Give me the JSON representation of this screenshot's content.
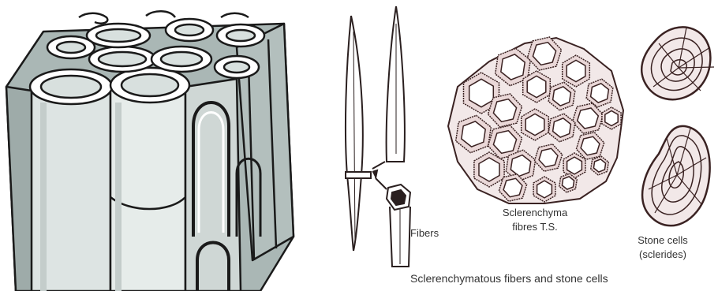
{
  "labels": {
    "fibers": "Fibers",
    "sclerenchyma_line1": "Sclerenchyma",
    "sclerenchyma_line2": "fibres T.S.",
    "stone_line1": "Stone cells",
    "stone_line2": "(sclerides)",
    "caption": "Sclerenchymatous fibers and stone cells"
  },
  "colors": {
    "tissue_fill": "#aab7b5",
    "tube_face": "#dde4e3",
    "outline": "#1a1a1a",
    "ink": "#3a2222",
    "wall_fill": "#f2e8e8"
  },
  "illustrations": [
    {
      "name": "sclerenchyma-block-3d"
    },
    {
      "name": "fiber-cell-long"
    },
    {
      "name": "fiber-cell-cut"
    },
    {
      "name": "sclerenchyma-cross-section"
    },
    {
      "name": "stone-cell-upper"
    },
    {
      "name": "stone-cell-lower"
    }
  ]
}
